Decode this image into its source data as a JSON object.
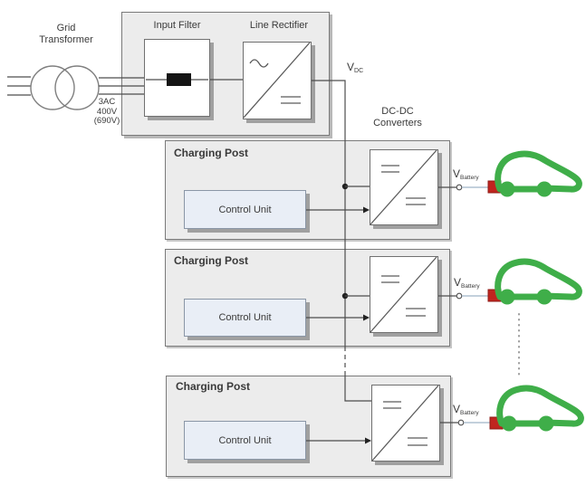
{
  "colors": {
    "car_green": "#3fae49",
    "plug_red": "#c0251f",
    "line_dark": "#4d4d4d",
    "panel_fill": "#ececec",
    "control_fill": "#e9eef6",
    "box_border": "#7a7a7a"
  },
  "grid": {
    "transformer_label": "Grid\nTransformer",
    "supply_rating": "3AC\n400V\n(690V)"
  },
  "front_end": {
    "input_filter_label": "Input Filter",
    "line_rectifier_label": "Line Rectifier"
  },
  "bus": {
    "dc_link_label": "V",
    "dc_link_sub": "DC",
    "converters_label": "DC-DC\nConverters"
  },
  "posts": [
    {
      "title": "Charging Post",
      "control_unit": "Control Unit",
      "output_label": "V",
      "output_sub": "Battery"
    },
    {
      "title": "Charging Post",
      "control_unit": "Control Unit",
      "output_label": "V",
      "output_sub": "Battery"
    },
    {
      "title": "Charging Post",
      "control_unit": "Control Unit",
      "output_label": "V",
      "output_sub": "Battery"
    }
  ]
}
